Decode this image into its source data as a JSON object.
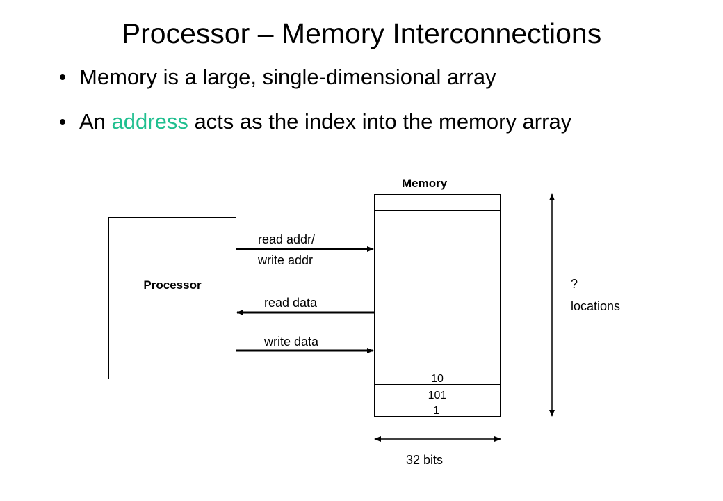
{
  "title": "Processor – Memory Interconnections",
  "bullets": {
    "b1": "Memory is a large, single-dimensional array",
    "b2_before": "An ",
    "b2_highlight": "address",
    "b2_after": " acts as the index into the memory array"
  },
  "colors": {
    "highlight": "#1fbf8f",
    "ink": "#000000"
  },
  "diagram": {
    "memory_label": "Memory",
    "processor_label": "Processor",
    "bus_read_addr_line1": "read addr/",
    "bus_read_addr_line2": "write addr",
    "bus_read_data": "read data",
    "bus_write_data": "write data",
    "cells": [
      "10",
      "101",
      "1"
    ],
    "locations_q": "?",
    "locations_label": "locations",
    "width_label": "32 bits"
  }
}
